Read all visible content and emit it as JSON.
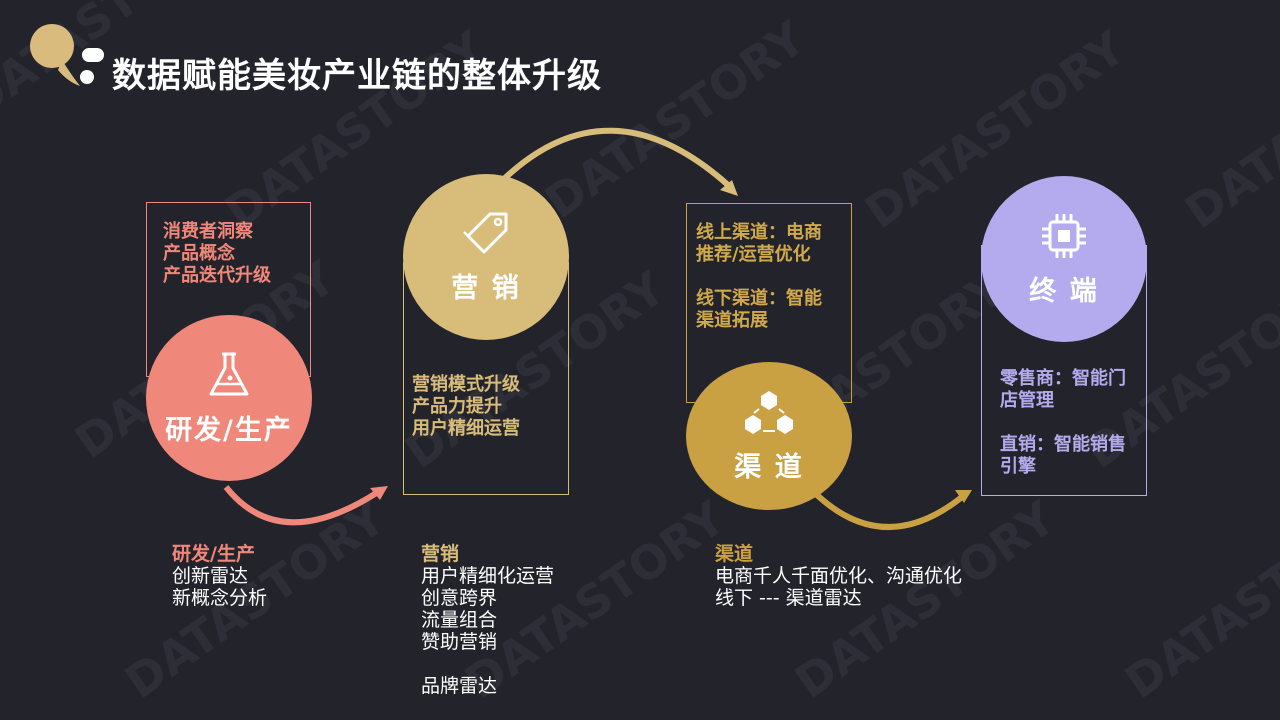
{
  "title": "数据赋能美妆产业链的整体升级",
  "watermark_text": "DATASTORY",
  "colors": {
    "background": "#23232b",
    "rd": "#ef877a",
    "marketing": "#d8bc7a",
    "channel": "#c9a042",
    "terminal": "#b3abee",
    "logo": "#d9bc7d"
  },
  "stages": {
    "rd": {
      "icon": "flask-icon",
      "label": "研发/生产",
      "details": [
        "消费者洞察",
        "产品概念",
        "产品迭代升级"
      ]
    },
    "marketing": {
      "icon": "tag-icon",
      "label": "营 销",
      "details": [
        "营销模式升级",
        "产品力提升",
        "用户精细运营"
      ]
    },
    "channel": {
      "icon": "hexagon-network-icon",
      "label": "渠 道",
      "details": [
        "线上渠道：电商",
        "推荐/运营优化",
        "",
        "线下渠道：智能",
        "渠道拓展"
      ]
    },
    "terminal": {
      "icon": "chip-icon",
      "label": "终 端",
      "details": [
        "零售商：智能门",
        "店管理",
        "",
        "直销：智能销售",
        "引擎"
      ]
    }
  },
  "bottom_notes": {
    "rd": {
      "heading": "研发/生产",
      "lines": [
        "创新雷达",
        "新概念分析"
      ]
    },
    "marketing": {
      "heading": "营销",
      "lines": [
        "用户精细化运营",
        "创意跨界",
        "流量组合",
        "赞助营销",
        "",
        "品牌雷达"
      ]
    },
    "channel": {
      "heading": "渠道",
      "lines": [
        "电商千人千面优化、沟通优化",
        "线下 --- 渠道雷达"
      ]
    }
  }
}
